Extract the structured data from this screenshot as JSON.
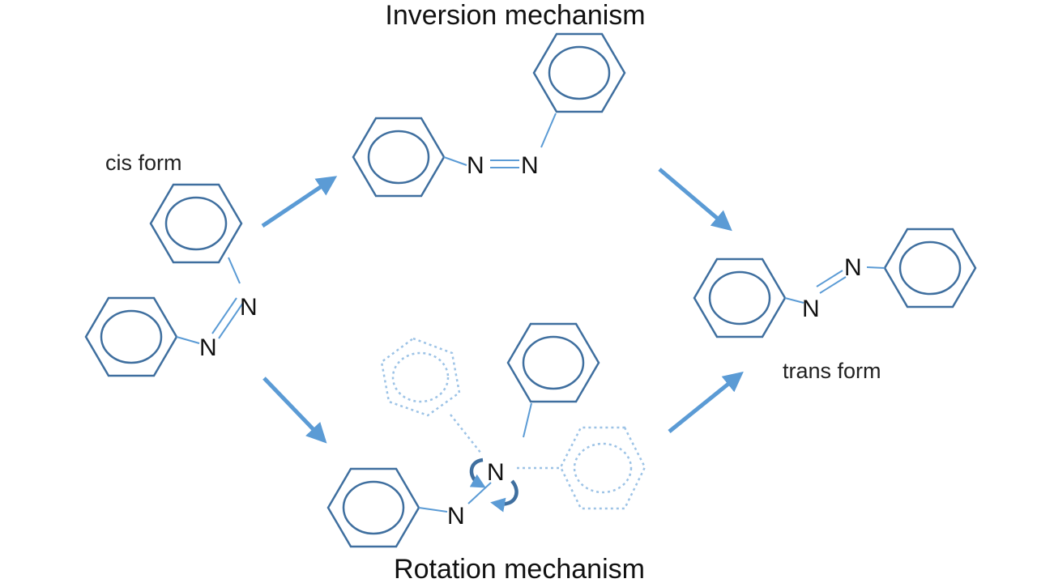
{
  "titles": {
    "top": "Inversion mechanism",
    "bottom": "Rotation mechanism"
  },
  "labels": {
    "cis": "cis form",
    "trans": "trans form"
  },
  "atoms": {
    "nitrogen": "N"
  },
  "colors": {
    "ring": "#3f6f9f",
    "bond": "#5b9bd5",
    "arrow": "#5b9bd5",
    "ghost": "#9dc3e6",
    "text": "#111111"
  }
}
